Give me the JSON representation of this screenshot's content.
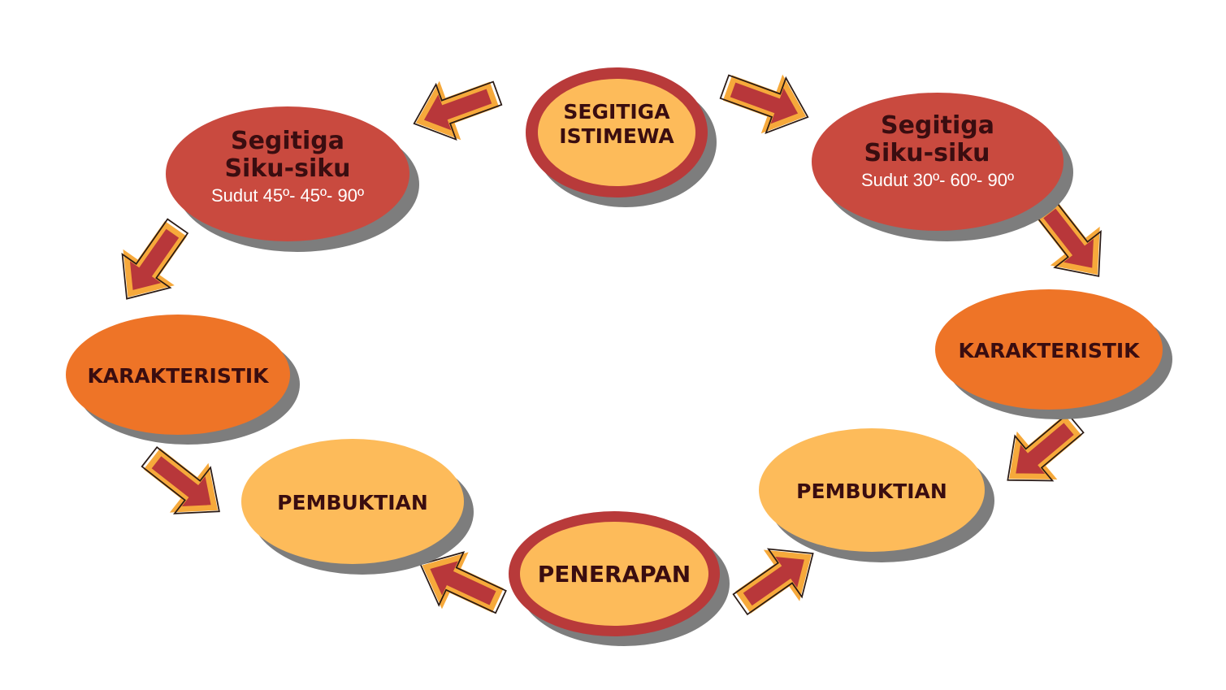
{
  "colors": {
    "red": "#c94a3f",
    "dark_red": "#b83a3a",
    "orange": "#ee7427",
    "light_orange": "#fdbb5a",
    "text_dark": "#3a0d10",
    "shadow": "#7d7d7d",
    "arrow_fill": "#b8373a",
    "arrow_outline": "#f6a93b"
  },
  "nodes": {
    "center_top": {
      "line1": "SEGITIGA",
      "line2": "ISTIMEWA"
    },
    "left_top": {
      "line1": "Segitiga",
      "line2": "Siku-siku",
      "sub": "Sudut 45º- 45º- 90º"
    },
    "right_top": {
      "line1": "Segitiga",
      "line2": "Siku-siku",
      "sub": "Sudut 30º- 60º- 90º"
    },
    "left_char": {
      "label": "KARAKTERISTIK"
    },
    "right_char": {
      "label": "KARAKTERISTIK"
    },
    "left_proof": {
      "label": "PEMBUKTIAN"
    },
    "right_proof": {
      "label": "PEMBUKTIAN"
    },
    "bottom": {
      "label": "PENERAPAN"
    }
  }
}
